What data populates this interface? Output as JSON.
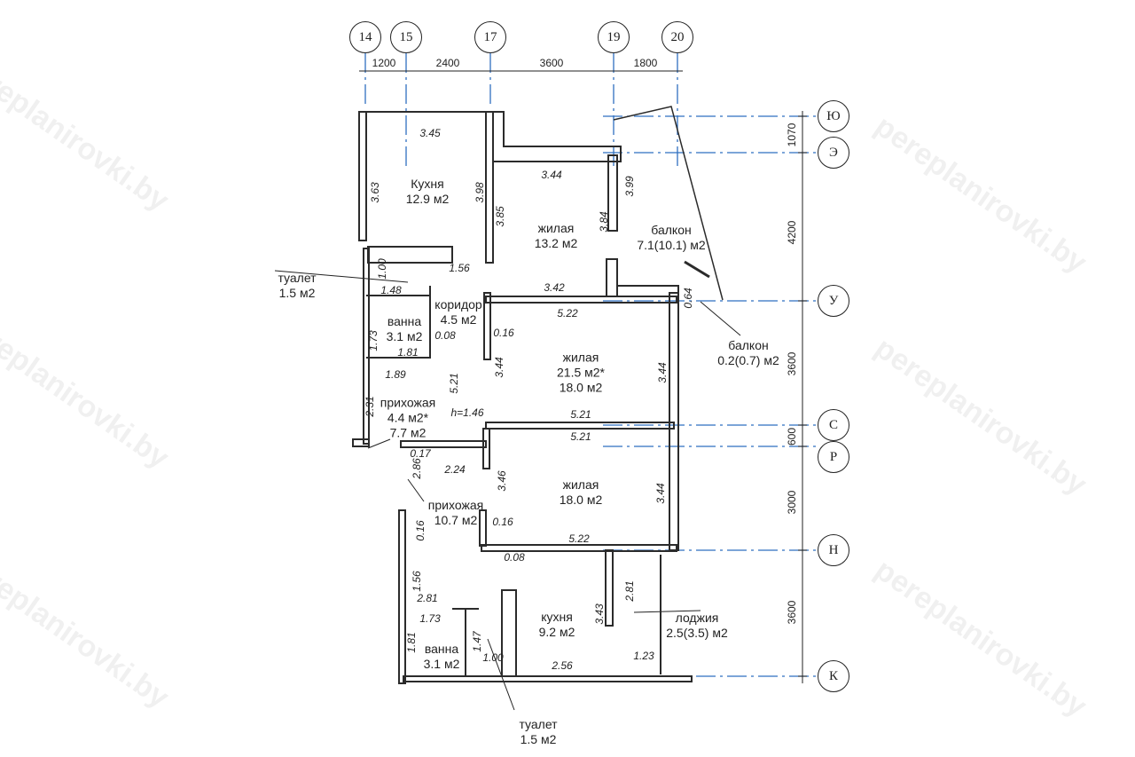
{
  "watermark": "pereplanirovki.by",
  "colors": {
    "wall": "#2b2b2b",
    "axis_line": "#2f6fc0"
  },
  "axes_top": [
    {
      "label": "14"
    },
    {
      "label": "15"
    },
    {
      "label": "17"
    },
    {
      "label": "19"
    },
    {
      "label": "20"
    }
  ],
  "axes_right": [
    {
      "label": "Ю"
    },
    {
      "label": "Э"
    },
    {
      "label": "У"
    },
    {
      "label": "С"
    },
    {
      "label": "Р"
    },
    {
      "label": "Н"
    },
    {
      "label": "К"
    }
  ],
  "spacings_top": [
    "1200",
    "2400",
    "3600",
    "1800"
  ],
  "spacings_right": [
    "1070",
    "4200",
    "3600",
    "600",
    "3000",
    "3600"
  ],
  "rooms": [
    {
      "name": "Кухня",
      "area": "12.9 м2"
    },
    {
      "name": "жилая",
      "area": "13.2 м2"
    },
    {
      "name": "балкон",
      "area": "7.1(10.1) м2"
    },
    {
      "name": "туалет",
      "area": "1.5 м2"
    },
    {
      "name": "коридор",
      "area": "4.5 м2"
    },
    {
      "name": "ванна",
      "area": "3.1 м2"
    },
    {
      "name": "жилая",
      "area": "21.5 м2*",
      "area2": "18.0 м2"
    },
    {
      "name": "балкон",
      "area": "0.2(0.7) м2"
    },
    {
      "name": "прихожая",
      "area": "4.4 м2*",
      "area2": "7.7 м2"
    },
    {
      "name": "жилая",
      "area": "18.0 м2"
    },
    {
      "name": "прихожая",
      "area": "10.7 м2"
    },
    {
      "name": "кухня",
      "area": "9.2 м2"
    },
    {
      "name": "лоджия",
      "area": "2.5(3.5) м2"
    },
    {
      "name": "ванна",
      "area": "3.1 м2"
    },
    {
      "name": "туалет",
      "area": "1.5 м2"
    }
  ],
  "dims": {
    "d345": "3.45",
    "d363": "3.63",
    "d398": "3.98",
    "d385": "3.85",
    "d344a": "3.44",
    "d399": "3.99",
    "d384": "3.84",
    "d156a": "1.56",
    "d100a": "1.00",
    "d148": "1.48",
    "d342": "3.42",
    "d064": "0.64",
    "d522a": "5.22",
    "d008a": "0.08",
    "d016a": "0.16",
    "d173a": "1.73",
    "d181a": "1.81",
    "d189": "1.89",
    "d521v": "5.21",
    "d344b": "3.44",
    "d344c": "3.44",
    "d231": "2.31",
    "h146": "h=1.46",
    "d521a": "5.21",
    "d521b": "5.21",
    "d017": "0.17",
    "d286": "2.86",
    "d224": "2.24",
    "d346": "3.46",
    "d344d": "3.44",
    "d016b": "0.16",
    "d016c": "0.16",
    "d522b": "5.22",
    "d008b": "0.08",
    "d156b": "1.56",
    "d281a": "2.81",
    "d173b": "1.73",
    "d181b": "1.81",
    "d147": "1.47",
    "d100b": "1.00",
    "d256": "2.56",
    "d343": "3.43",
    "d281b": "2.81",
    "d123": "1.23"
  }
}
